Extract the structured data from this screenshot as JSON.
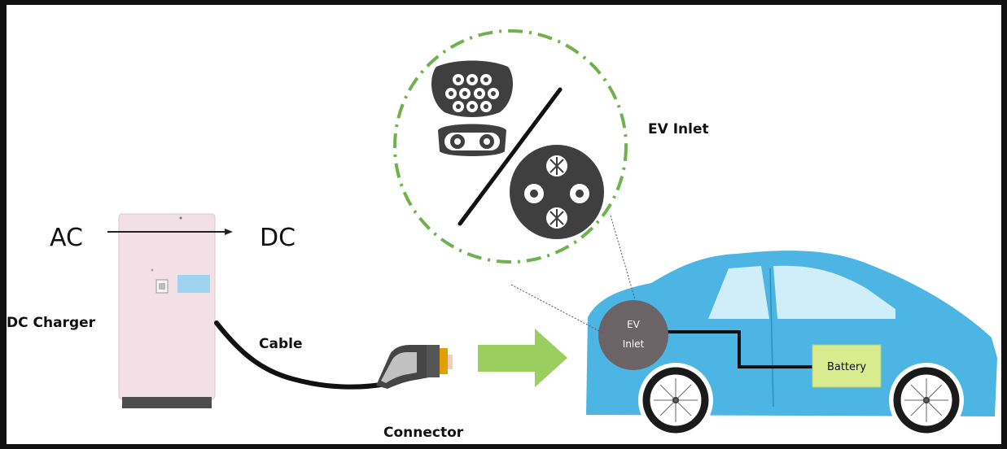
{
  "labels": {
    "ac": "AC",
    "dc": "DC",
    "dc_charger": "DC Charger",
    "cable": "Cable",
    "connector": "Connector",
    "ev_inlet": "EV Inlet",
    "inlet_line1": "EV",
    "inlet_line2": "Inlet",
    "battery": "Battery"
  },
  "colors": {
    "frame": "#111111",
    "background": "#ffffff",
    "charger_body": "#f3e0e6",
    "charger_base": "#4d4d4d",
    "charger_screen": "#9fd3ee",
    "car_body": "#4db5e4",
    "car_window": "#cfeef9",
    "inlet_circle": "#6b6466",
    "battery_fill": "#d8ec8f",
    "arrow_green": "#88c542",
    "callout_circle": "#6fb14b",
    "plug_dark": "#3f3f3f",
    "connector_accent": "#e2a000"
  },
  "icons": [
    "type2-ccs-combo-inlet-icon",
    "chademo-inlet-icon",
    "ev-car-icon",
    "dc-charger-icon",
    "connector-plug-icon",
    "arrow-right-icon"
  ]
}
